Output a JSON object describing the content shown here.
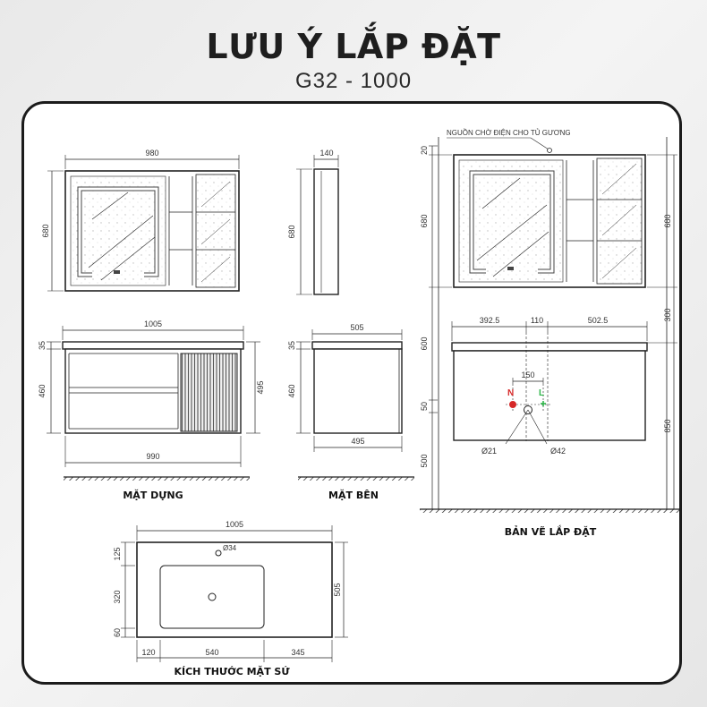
{
  "header": {
    "title": "LƯU Ý LẮP ĐẶT",
    "subtitle": "G32 - 1000"
  },
  "captions": {
    "front": "MẶT DỰNG",
    "side": "MẶT BÊN",
    "install": "BẢN VẼ LẮP ĐẶT",
    "basin": "KÍCH THƯỚC MẶT SỨ"
  },
  "note": {
    "power": "NGUỒN CHỜ ĐIỆN CHO TỦ GƯƠNG"
  },
  "dims": {
    "mirror_width": "980",
    "mirror_height": "680",
    "mirror_depth": "140",
    "mirror_side_height": "680",
    "cab_width_top": "1005",
    "cab_top_thick": "35",
    "cab_body_height": "460",
    "cab_total_height": "495",
    "cab_width_bottom": "990",
    "side_width_top": "505",
    "side_top_thick": "35",
    "side_body_height": "460",
    "side_width_bottom": "495",
    "inst_gap_top": "20",
    "inst_mirror_height": "680",
    "inst_mirror_height_right": "680",
    "inst_seg_left": "392.5",
    "inst_seg_mid": "110",
    "inst_seg_right": "502.5",
    "inst_pipe_spacing": "150",
    "inst_gap_600": "600",
    "inst_gap_300": "300",
    "inst_50": "50",
    "inst_500": "500",
    "inst_850": "850",
    "inst_d21": "Ø21",
    "inst_d42": "Ø42",
    "inst_n": "N",
    "inst_l": "L",
    "basin_width": "1005",
    "basin_d34": "Ø34",
    "basin_125": "125",
    "basin_320": "320",
    "basin_60": "60",
    "basin_505": "505",
    "basin_120": "120",
    "basin_540": "540",
    "basin_345": "345"
  },
  "colors": {
    "neutral": "#d62828",
    "live": "#2fb54a"
  }
}
